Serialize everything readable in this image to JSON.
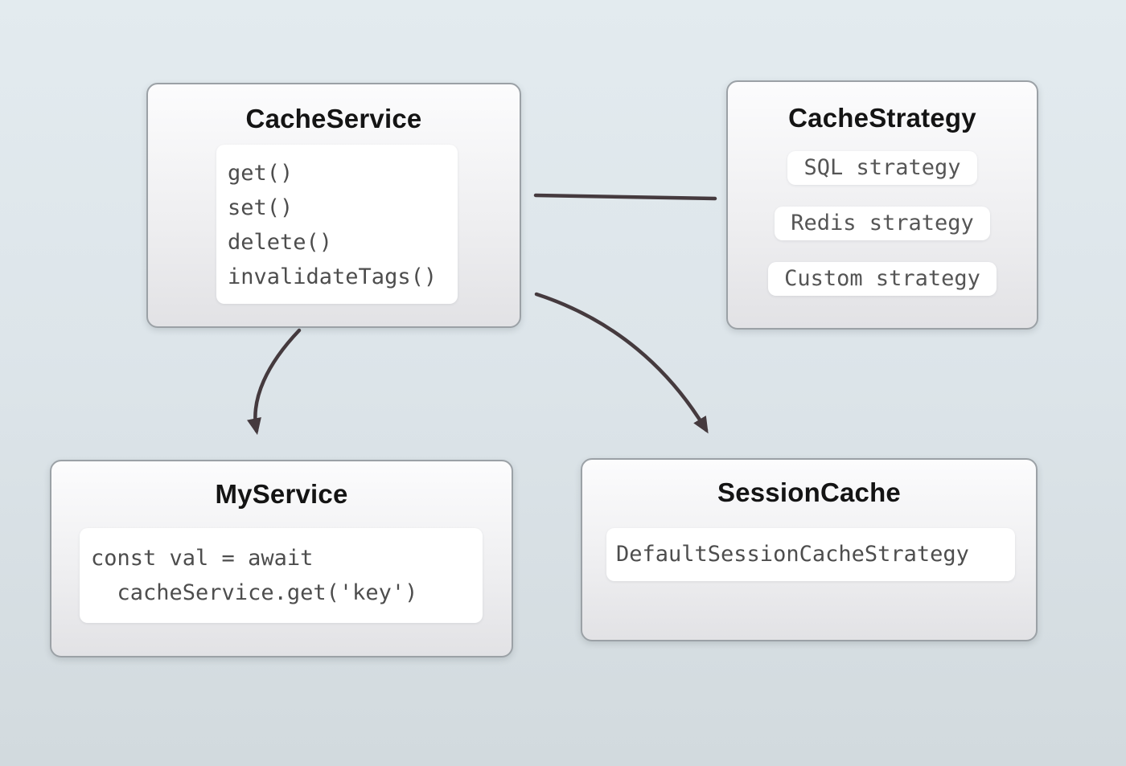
{
  "nodes": {
    "cache_service": {
      "title": "CacheService",
      "methods": [
        "get()",
        "set()",
        "delete()",
        "invalidateTags()"
      ]
    },
    "cache_strategy": {
      "title": "CacheStrategy",
      "strategies": [
        "SQL strategy",
        "Redis strategy",
        "Custom strategy"
      ]
    },
    "my_service": {
      "title": "MyService",
      "code": [
        "const val = await",
        "  cacheService.get('key')"
      ]
    },
    "session_cache": {
      "title": "SessionCache",
      "strategy": "DefaultSessionCacheStrategy"
    }
  },
  "edges": [
    {
      "from": "cache_service",
      "to": "cache_strategy",
      "style": "straight-line"
    },
    {
      "from": "cache_service",
      "to": "my_service",
      "style": "curved-arrow"
    },
    {
      "from": "cache_service",
      "to": "session_cache",
      "style": "curved-arrow"
    }
  ],
  "colors": {
    "background_top": "#e3ebef",
    "background_bottom": "#d2dade",
    "arrow": "#453a3e",
    "box_border": "#9ba1a6",
    "panel_background": "#ffffff"
  }
}
